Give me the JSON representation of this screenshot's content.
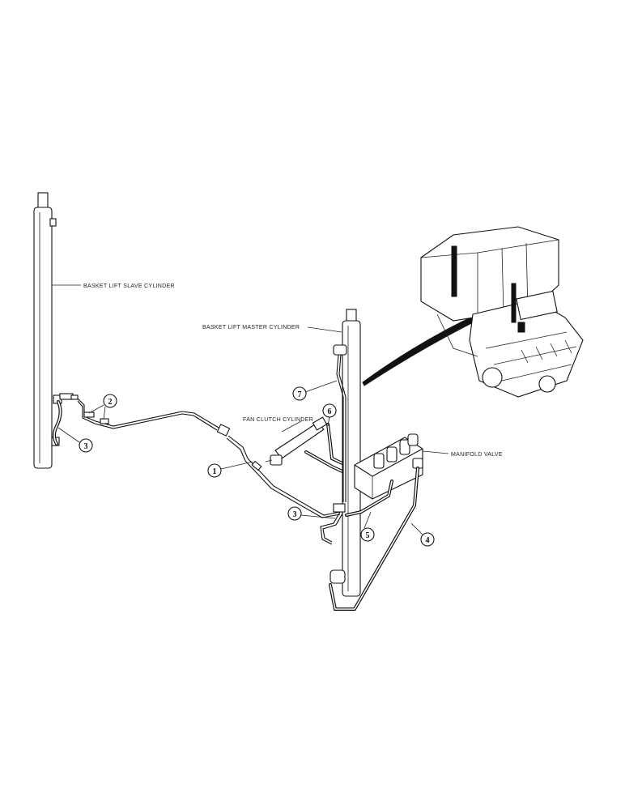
{
  "labels": {
    "slave_cylinder": "BASKET LIFT SLAVE CYLINDER",
    "master_cylinder": "BASKET LIFT MASTER CYLINDER",
    "fan_clutch_cylinder": "FAN CLUTCH CYLINDER",
    "manifold_valve": "MANIFOLD VALVE"
  },
  "callouts": {
    "c1": "1",
    "c2": "2",
    "c3_left": "3",
    "c3_right": "3",
    "c4": "4",
    "c5": "5",
    "c6": "6",
    "c7": "7"
  }
}
